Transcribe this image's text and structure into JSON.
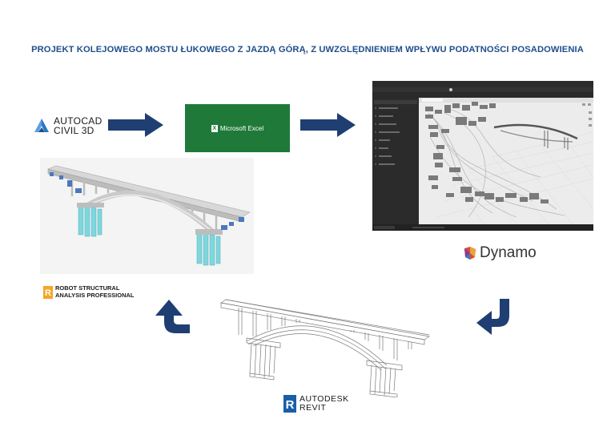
{
  "title": "PROJEKT KOLEJOWEGO MOSTU ŁUKOWEGO Z JAZDĄ GÓRĄ, Z UWZGLĘDNIENIEM WPŁYWU PODATNOŚCI POSADOWIENIA",
  "nodes": {
    "civil3d": {
      "line1": "AUTOCAD",
      "line2": "CIVIL 3D"
    },
    "excel": {
      "label": "Microsoft Excel",
      "glyph": "X"
    },
    "dynamo": {
      "label": "Dynamo"
    },
    "revit": {
      "line1": "AUTODESK",
      "line2": "REVIT",
      "glyph": "R"
    },
    "robot": {
      "line1": "ROBOT STRUCTURAL",
      "line2": "ANALYSIS PROFESSIONAL",
      "glyph": "R"
    }
  },
  "colors": {
    "title": "#1f4e8c",
    "arrow": "#1f3f73",
    "excel": "#1f7a3a",
    "dynamo_bg": "#1d1d1d",
    "pier_cyan": "#7fd6dd",
    "bearing_blue": "#4a78c0",
    "revit_blue": "#1a5ea8",
    "robot_orange": "#f5a623"
  },
  "edges": [
    {
      "from": "civil3d",
      "to": "excel",
      "style": "straight-arrow"
    },
    {
      "from": "excel",
      "to": "dynamo",
      "style": "straight-arrow"
    },
    {
      "from": "dynamo",
      "to": "revit",
      "style": "curved-arrow"
    },
    {
      "from": "revit",
      "to": "robot",
      "style": "curved-arrow"
    }
  ]
}
